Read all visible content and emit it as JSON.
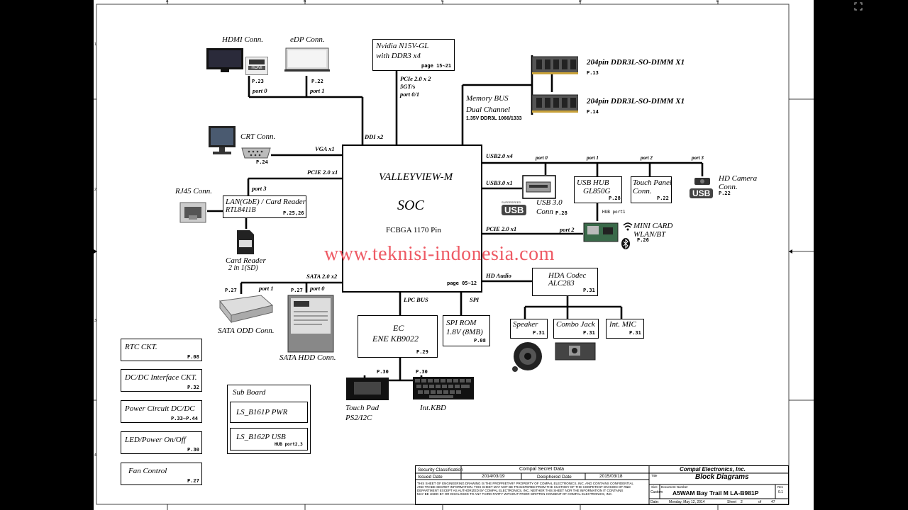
{
  "soc": {
    "line1": "VALLEYVIEW-M",
    "line2": "SOC",
    "line3": "FCBGA 1170 Pin",
    "page": "page 05~12"
  },
  "gpu": {
    "line1": "Nvidia N15V-GL",
    "line2": "with DDR3 x4",
    "page": "page 15~21",
    "bus1": "PCIe 2.0 x 2",
    "bus2": "5GT/s",
    "bus3": "port 0/1"
  },
  "hdmi": {
    "label": "HDMI Conn.",
    "page": "P.23",
    "port": "port 0",
    "logo": "HDMI"
  },
  "edp": {
    "label": "eDP Conn.",
    "page": "P.22",
    "port": "port 1"
  },
  "ddi": "DDI x2",
  "crt": {
    "label": "CRT Conn.",
    "page": "P.24",
    "bus": "VGA x1"
  },
  "pcie_lan": "PCIE 2.0 x1",
  "lan": {
    "line1": "LAN(GbE) / Card Reader",
    "line2": "RTL8411B",
    "page": "P.25,26",
    "port": "port 3"
  },
  "rj45": {
    "label": "RJ45 Conn."
  },
  "card_reader": {
    "line1": "Card Reader",
    "line2": "2 in 1(SD)"
  },
  "memory": {
    "bus1": "Memory BUS",
    "bus2": "Dual Channel",
    "volt": "1.35V DDR3L 1066/1333"
  },
  "dimm1": {
    "label": "204pin DDR3L-SO-DIMM X1",
    "page": "P.13"
  },
  "dimm2": {
    "label": "204pin DDR3L-SO-DIMM X1",
    "page": "P.14"
  },
  "usb2": {
    "bus": "USB2.0 x4",
    "ports": [
      "port 0",
      "port 1",
      "port 2",
      "port 3"
    ]
  },
  "usb3": {
    "bus": "USB3.0 x1",
    "label1": "USB 3.0",
    "label2": "Conn",
    "page": "P.28",
    "logo_top": "SUPERSPEED",
    "logo": "USB"
  },
  "usbhub": {
    "line1": "USB HUB",
    "line2": "GL850G",
    "page": "P.28",
    "sub": "HUB port1"
  },
  "touchpanel": {
    "line1": "Touch Panel",
    "line2": "Conn.",
    "page": "P.22"
  },
  "hdcam": {
    "line1": "HD Camera",
    "line2": "Conn.",
    "page": "P.22",
    "logo": "USB"
  },
  "minicard": {
    "bus": "PCIE 2.0 x1",
    "port": "port 2",
    "line1": "MINI CARD",
    "line2": "WLAN/BT",
    "page": "P.26"
  },
  "watermark": "www.teknisi-indonesia.com",
  "sata": {
    "bus": "SATA 2.0 x2",
    "odd_page": "P.27",
    "odd_port": "port 1",
    "hdd_page": "P.27",
    "hdd_port": "port 0",
    "odd_label": "SATA ODD Conn.",
    "hdd_label": "SATA HDD Conn."
  },
  "hdaudio": "HD Audio",
  "hda": {
    "line1": "HDA Codec",
    "line2": "ALC283",
    "page": "P.31"
  },
  "speaker": {
    "label": "Speaker",
    "page": "P.31"
  },
  "combojack": {
    "label": "Combo Jack",
    "page": "P.31"
  },
  "intmic": {
    "label": "Int. MIC",
    "page": "P.31"
  },
  "lpc": "LPC BUS",
  "spi": "SPI",
  "ec": {
    "line1": "EC",
    "line2": "ENE KB9022",
    "page": "P.29"
  },
  "spirom": {
    "line1": "SPI ROM",
    "line2": "1.8V (8MB)",
    "page": "P.08"
  },
  "touchpad": {
    "page": "P.30",
    "line1": "Touch Pad",
    "line2": "PS2/I2C"
  },
  "kbd": {
    "page": "P.30",
    "label": "Int.KBD"
  },
  "side": [
    {
      "label": "RTC CKT.",
      "page": "P.08"
    },
    {
      "label": "DC/DC Interface CKT.",
      "page": "P.32"
    },
    {
      "label": "Power Circuit DC/DC",
      "page": "P.33~P.44"
    },
    {
      "label": "LED/Power On/Off",
      "page": "P.30"
    },
    {
      "label": "Fan Control",
      "page": "P.27"
    }
  ],
  "subboard": {
    "title": "Sub Board",
    "b1": "LS_B161P  PWR",
    "b2": "LS_B162P  USB",
    "b2sub": "HUB port2,3"
  },
  "titleblock": {
    "sec_label": "Security Classification",
    "sec_value": "Compal Secret Data",
    "issued_label": "Issued Date",
    "issued_value": "2014/03/19",
    "decip_label": "Deciphered Date",
    "decip_value": "2015/03/18",
    "company": "Compal Electronics, Inc.",
    "title_label": "Title",
    "title": "Block Diagrams",
    "size_label": "Size",
    "docnum_label": "Document Number",
    "rev_label": "Rev",
    "size_value": "Custom",
    "docnum": "A5WAM  Bay Trail M  LA-B981P",
    "rev": "0.1",
    "date_label": "Date:",
    "date": "Monday, May 12, 2014",
    "sheet_label": "Sheet",
    "sheet": "2",
    "of_label": "of",
    "of": "47",
    "notice1": "THIS SHEET OF ENGINEERING DRAWING IS THE PROPRIETARY PROPERTY OF COMPAL ELECTRONICS, INC. AND CONTAINS CONFIDENTIAL",
    "notice2": "AND TRADE SECRET INFORMATION. THIS SHEET MAY NOT BE TRANSFERED FROM THE CUSTODY OF THE COMPETENT DIVISION OF R&D",
    "notice3": "DEPARTMENT EXCEPT AS AUTHORIZED BY COMPAL ELECTRONICS, INC. NEITHER THIS SHEET NOR THE INFORMATION IT CONTAINS",
    "notice4": "MAY BE USED BY OR DISCLOSED TO ANY THIRD PARTY WITHOUT PRIOR WRITTEN CONSENT OF COMPAL ELECTRONICS, INC."
  },
  "grid_letters": [
    "A",
    "B",
    "C",
    "D",
    "E"
  ],
  "grid_numbers": [
    "1",
    "2",
    "3",
    "4",
    "5"
  ],
  "corner_icon": "expand-icon"
}
